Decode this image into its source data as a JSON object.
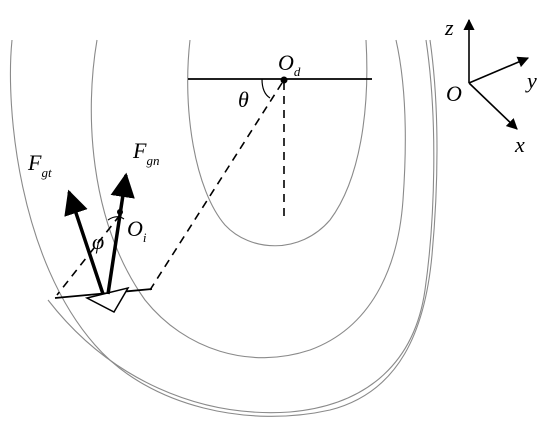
{
  "labels": {
    "Od_main": "O",
    "Od_sub": "d",
    "theta": "θ",
    "phi": "φ",
    "Fgt_main": "F",
    "Fgt_sub": "gt",
    "Fgn_main": "F",
    "Fgn_sub": "gn",
    "Oi_main": "O",
    "Oi_sub": "i"
  },
  "axes": {
    "origin": "O",
    "x": "x",
    "y": "y",
    "z": "z"
  },
  "colors": {
    "ink": "#000000",
    "ring": "#8a8a8a"
  }
}
